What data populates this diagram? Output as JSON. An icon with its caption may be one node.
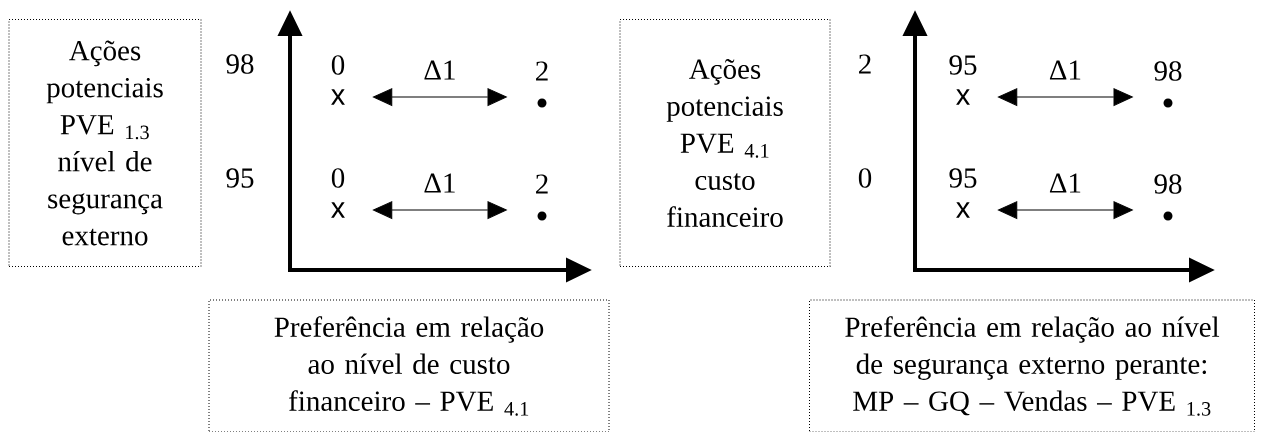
{
  "diagram": {
    "nodes": [
      {
        "text": [
          "Ações potenciais PVE $_{1.3}$ nível de segurança externo"
        ]
      },
      {
        "text": [
          "Preferência em relação ao nível de custo financeiro – PVE $_{4.1}$"
        ]
      },
      {
        "text": [
          "x"
        ],
        "beside": [
          "0"
        ]
      },
      {
        "text": [],
        "shape": "circle",
        "beside": [
          "2"
        ]
      },
      {
        "text": [
          "x"
        ],
        "beside": [
          "0"
        ]
      },
      {
        "text": [],
        "shape": "circle",
        "beside": [
          "2"
        ]
      },
      {
        "text": [
          "Ações potenciais PVE $_{4.1}$ custo financeiro"
        ]
      },
      {
        "text": [
          "Preferência em relação ao nível de segurança externo perante: MP – GQ – Vendas – PVE $_{1.3}$"
        ]
      },
      {
        "text": [
          "x"
        ],
        "beside": [
          "95"
        ]
      },
      {
        "text": [],
        "shape": "circle",
        "beside": [
          "98"
        ]
      },
      {
        "text": [
          "x"
        ],
        "beside": [
          "95"
        ]
      },
      {
        "text": [],
        "shape": "circle",
        "beside": [
          "98"
        ]
      }
    ],
    "edges": [
      {
        "from": 2,
        "to": 3,
        "arrow": "both",
        "label": "Δ1"
      },
      {
        "from": 4,
        "to": 5,
        "arrow": "both",
        "label": "Δ1"
      },
      {
        "from": 8,
        "to": 9,
        "arrow": "both",
        "label": "Δ1"
      },
      {
        "from": 10,
        "to": 11,
        "arrow": "both",
        "label": "Δ1"
      }
    ],
    "labels": [
      "98",
      "95",
      "2",
      "0"
    ]
  }
}
